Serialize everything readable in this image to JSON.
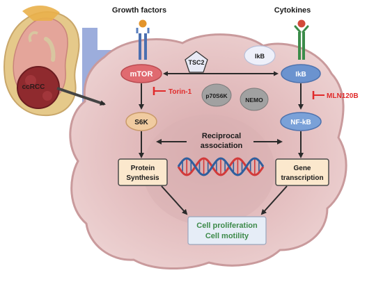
{
  "labels": {
    "growth_factors": "Growth factors",
    "cytokines": "Cytokines",
    "ccrcc": "ccRCC",
    "mtor": "mTOR",
    "tsc2": "TSC2",
    "ikb_top": "IkB",
    "ikb_node": "IkB",
    "torin": "Torin-1",
    "p70s6k": "p70S6K",
    "nemo": "NEMO",
    "mln": "MLN120B",
    "s6k": "S6K",
    "nfkb": "NF-kB",
    "reciprocal_1": "Reciprocal",
    "reciprocal_2": "association",
    "protein_1": "Protein",
    "protein_2": "Synthesis",
    "gene_1": "Gene",
    "gene_2": "transcription",
    "outcome_1": "Cell proliferation",
    "outcome_2": "Cell motility"
  },
  "colors": {
    "cell_fill": "#e6c2c2",
    "cell_edge": "#c99a9c",
    "mtor_fill": "#e06a70",
    "ikb_fill": "#6b93cf",
    "s6k_fill": "#f0cba0",
    "nfkb_fill": "#7aa1d8",
    "inhibitor_red": "#e02a2a",
    "outcome_green": "#3d8a4a",
    "outcome_fill": "#e6edf7",
    "box_fill": "#fbe8cd",
    "dna_red": "#d23a3a",
    "dna_blue": "#2f5f9e"
  }
}
